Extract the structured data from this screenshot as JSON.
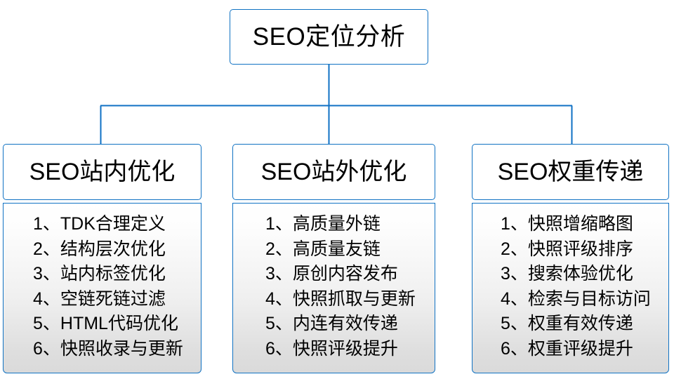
{
  "diagram": {
    "type": "org-tree",
    "root": {
      "label": "SEO定位分析"
    },
    "colors": {
      "border": "#1072c3",
      "connector": "#0f71c4",
      "header_background": "#ffffff",
      "body_gradient_top": "#ffffff",
      "body_gradient_bottom": "#dadada",
      "text": "#000000",
      "page_background": "#ffffff"
    },
    "branches": [
      {
        "header": "SEO站内优化",
        "items": [
          "1、TDK合理定义",
          "2、结构层次优化",
          "3、站内标签优化",
          "4、空链死链过滤",
          "5、HTML代码优化",
          "6、快照收录与更新"
        ]
      },
      {
        "header": "SEO站外优化",
        "items": [
          "1、高质量外链",
          "2、高质量友链",
          "3、原创内容发布",
          "4、快照抓取与更新",
          "5、内连有效传递",
          "6、快照评级提升"
        ]
      },
      {
        "header": "SEO权重传递",
        "items": [
          "1、快照增缩略图",
          "2、快照评级排序",
          "3、搜索体验优化",
          "4、检索与目标访问",
          "5、权重有效传递",
          "6、权重评级提升"
        ]
      }
    ]
  }
}
